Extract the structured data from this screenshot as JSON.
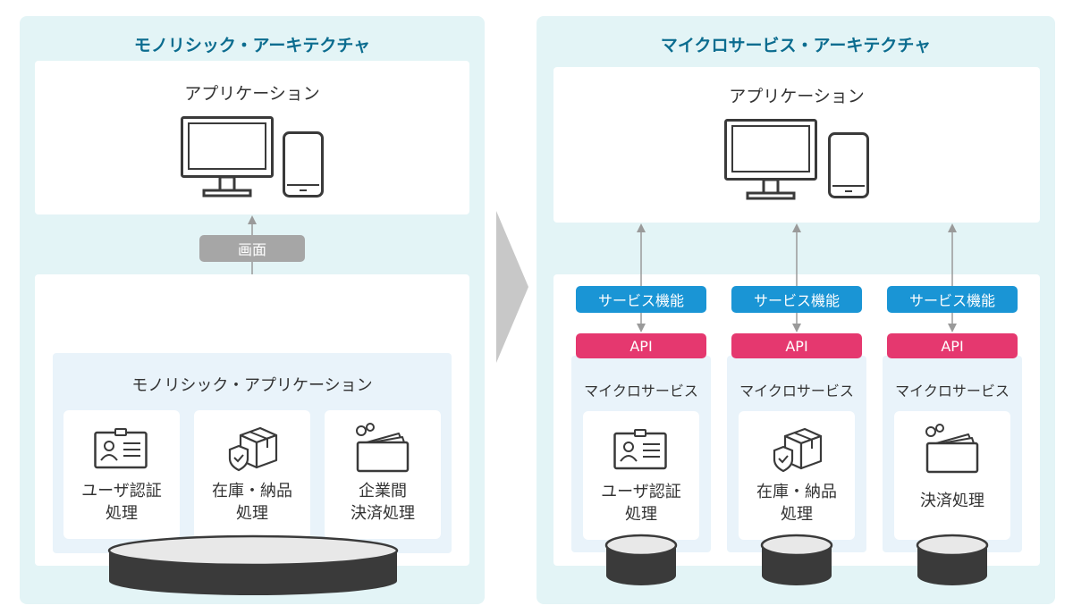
{
  "monolithic": {
    "title": "モノリシック・アーキテクチャ",
    "app_label": "アプリケーション",
    "screen_label": "画面",
    "inner_title": "モノリシック・アプリケーション",
    "functions": [
      {
        "label": "ユーザ認証\n処理",
        "icon": "id-card-icon"
      },
      {
        "label": "在庫・納品\n処理",
        "icon": "package-shield-icon"
      },
      {
        "label": "企業間\n決済処理",
        "icon": "payment-wallet-icon"
      }
    ]
  },
  "microservices": {
    "title": "マイクロサービス・アーキテクチャ",
    "app_label": "アプリケーション",
    "services": [
      {
        "feature_label": "サービス機能",
        "api_label": "API",
        "name": "マイクロサービス",
        "function_label": "ユーザ認証\n処理",
        "icon": "id-card-icon"
      },
      {
        "feature_label": "サービス機能",
        "api_label": "API",
        "name": "マイクロサービス",
        "function_label": "在庫・納品\n処理",
        "icon": "package-shield-icon"
      },
      {
        "feature_label": "サービス機能",
        "api_label": "API",
        "name": "マイクロサービス",
        "function_label": "決済処理",
        "icon": "payment-wallet-icon"
      }
    ]
  },
  "colors": {
    "panel_bg": "#e3f4f6",
    "title": "#0b6c8f",
    "service_pill": "#1a95d5",
    "api_pill": "#e5386f",
    "screen_pill": "#a6a6a6",
    "database": "#3a3a3a"
  }
}
